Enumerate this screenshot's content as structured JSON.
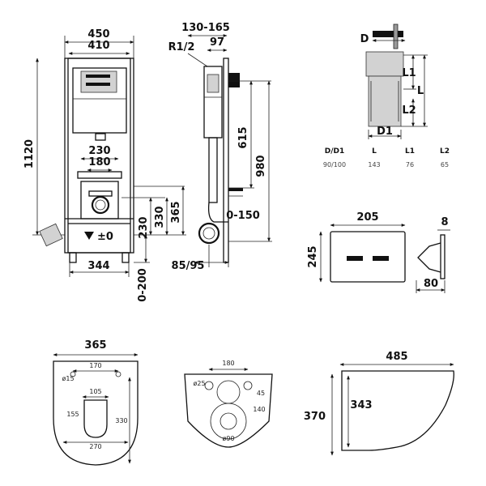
{
  "frame_front": {
    "width_outer": "450",
    "width_inner": "410",
    "height_total": "1120",
    "bracket_width": "230",
    "bracket_inner": "180",
    "height_365": "365",
    "height_330": "330",
    "height_230": "230",
    "zero_level": "±0",
    "range_0_200": "0-200",
    "base_width": "344"
  },
  "frame_side": {
    "depth_range": "130-165",
    "depth_97": "97",
    "thread": "R1/2",
    "height_615": "615",
    "height_980": "980",
    "range_0_150": "0-150",
    "offset": "85/95"
  },
  "pipe": {
    "label_d": "D",
    "label_d1": "D1",
    "label_l": "L",
    "label_l1": "L1",
    "label_l2": "L2",
    "table": {
      "headers": [
        "D/D1",
        "L",
        "L1",
        "L2"
      ],
      "values": [
        "90/100",
        "143",
        "76",
        "65"
      ]
    }
  },
  "flush_plate": {
    "width": "205",
    "height": "245",
    "thickness": "8",
    "depth": "80"
  },
  "bowl_top": {
    "width": "365",
    "hole_spacing": "170",
    "hole_dia": "ø15",
    "inner_width": "105",
    "inner_height": "155",
    "outer_height": "330",
    "bottom_width": "270"
  },
  "bowl_back": {
    "spacing": "180",
    "hole_25": "ø25",
    "height_45": "45",
    "height_140": "140",
    "outlet_dia": "ø90"
  },
  "bowl_side": {
    "length": "485",
    "height_370": "370",
    "height_343": "343"
  }
}
